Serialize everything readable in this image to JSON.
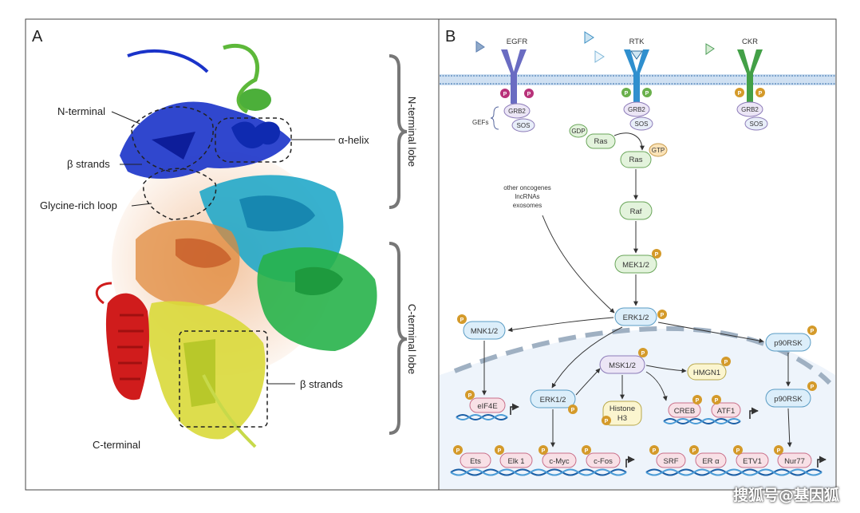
{
  "panel_a": {
    "letter": "A",
    "labels": {
      "n_terminal": "N-terminal",
      "beta_strands_top": "β strands",
      "glycine_loop": "Glycine-rich loop",
      "alpha_helix": "α-helix",
      "beta_strands_bottom": "β strands",
      "c_terminal": "C-terminal",
      "n_lobe": "N-terminal lobe",
      "c_lobe": "C-terminal lobe"
    }
  },
  "panel_b": {
    "letter": "B",
    "receptors": {
      "egfr": "EGFR",
      "rtk": "RTK",
      "ckr": "CKR"
    },
    "phospho": "P",
    "adaptors": {
      "grb2": "GRB2",
      "sos": "SOS",
      "gefs": "GEFs"
    },
    "ras": {
      "gdp": "GDP",
      "ras": "Ras",
      "gtp": "GTP"
    },
    "cascade": {
      "raf": "Raf",
      "mek": "MEK1/2",
      "erk": "ERK1/2"
    },
    "other_line1": "other oncogenes",
    "other_line2": "lncRNAs",
    "other_line3": "exosomes",
    "cytoplasm_targets": {
      "mnk": "MNK1/2",
      "p90rsk": "p90RSK"
    },
    "nuclear": {
      "eif4e": "eIF4E",
      "erk": "ERK1/2",
      "msk": "MSK1/2",
      "hmgn1": "HMGN1",
      "histone_line1": "Histone",
      "histone_line2": "H3",
      "creb": "CREB",
      "atf1": "ATF1",
      "p90rsk": "p90RSK",
      "tf": [
        "Ets",
        "Elk 1",
        "c-Myc",
        "c-Fos",
        "SRF",
        "ER α",
        "ETV1",
        "Nur77"
      ]
    }
  },
  "watermark": "搜狐号@基因狐",
  "colors": {
    "egfr": "#6a6cc2",
    "rtk": "#2f8fce",
    "ckr": "#43a047",
    "phospho_magenta": "#b8327a",
    "phospho_green": "#6ab04c",
    "phospho_gold": "#d49a2a",
    "box_green": "#e3f3dc",
    "box_blue": "#dceefa",
    "box_purple": "#ece6f6",
    "box_pink": "#f8e0e6",
    "box_yellow": "#fbf5cf"
  }
}
